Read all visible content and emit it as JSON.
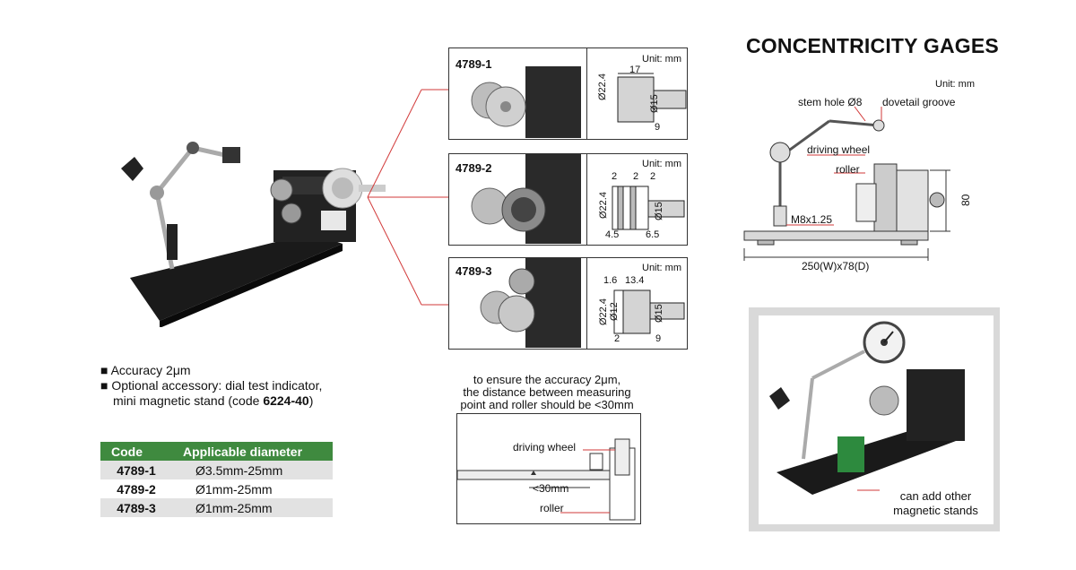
{
  "title": "CONCENTRICITY GAGES",
  "variants": [
    {
      "code": "4789-1",
      "unit": "Unit: mm",
      "dims": [
        "17",
        "Ø22.4",
        "Ø15",
        "9"
      ]
    },
    {
      "code": "4789-2",
      "unit": "Unit: mm",
      "dims": [
        "2",
        "2",
        "2",
        "Ø22.4",
        "Ø15",
        "4.5",
        "6.5"
      ]
    },
    {
      "code": "4789-3",
      "unit": "Unit: mm",
      "dims": [
        "1.6",
        "13.4",
        "Ø22.4",
        "Ø12",
        "Ø15",
        "2",
        "9"
      ]
    }
  ],
  "main_drawing": {
    "unit": "Unit: mm",
    "stem_hole": "stem hole Ø8",
    "dovetail": "dovetail groove",
    "driving_wheel": "driving wheel",
    "roller": "roller",
    "thread": "M8x1.25",
    "height": "80",
    "base": "250(W)x78(D)"
  },
  "bullets": {
    "accuracy": "Accuracy 2μm",
    "optional": "Optional accessory: dial test indicator,",
    "stand_prefix": "mini magnetic stand (code ",
    "stand_code": "6224-40",
    "stand_suffix": ")"
  },
  "table": {
    "headers": [
      "Code",
      "Applicable diameter"
    ],
    "rows": [
      [
        "4789-1",
        "Ø3.5mm-25mm"
      ],
      [
        "4789-2",
        "Ø1mm-25mm"
      ],
      [
        "4789-3",
        "Ø1mm-25mm"
      ]
    ]
  },
  "accuracy_note": {
    "line1": "to ensure the accuracy 2μm,",
    "line2": "the distance between measuring",
    "line3": "point and roller should be <30mm",
    "driving_wheel": "driving wheel",
    "distance": "<30mm",
    "roller": "roller"
  },
  "stand_note": {
    "line1": "can add other",
    "line2": "magnetic stands"
  },
  "colors": {
    "accent_red": "#d23a3a",
    "table_header": "#3f8a3f",
    "table_row": "#e2e2e2"
  }
}
